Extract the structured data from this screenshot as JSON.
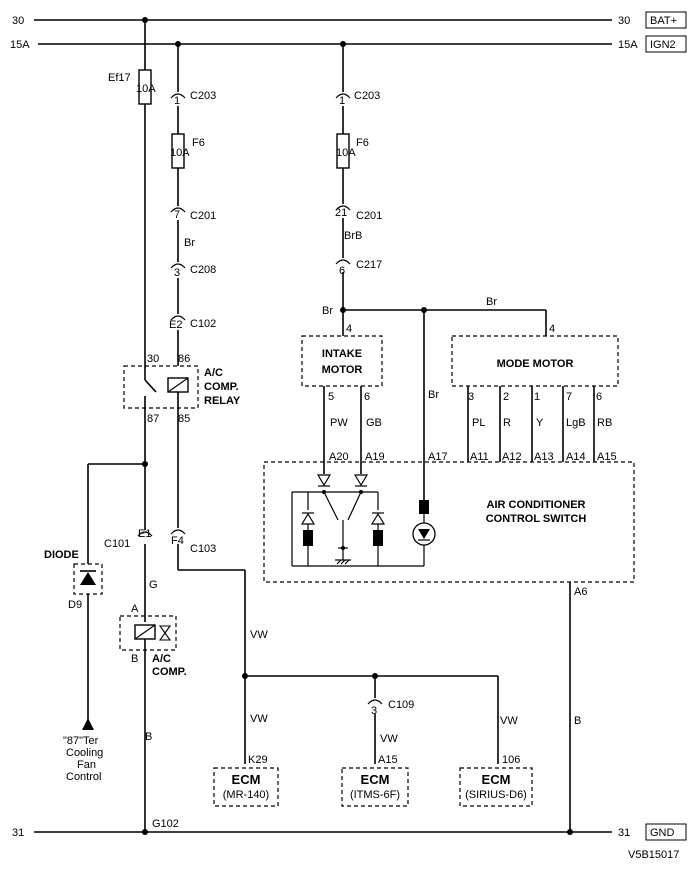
{
  "rails": {
    "bat_left": "30",
    "bat_right_num": "30",
    "bat_right_name": "BAT+",
    "ign_left": "15A",
    "ign_right_num": "15A",
    "ign_right_name": "IGN2",
    "gnd_left": "31",
    "gnd_right_num": "31",
    "gnd_right_name": "GND"
  },
  "fuses": {
    "ef17_name": "Ef17",
    "ef17_rating": "10A",
    "f6_left_name": "F6",
    "f6_left_rating": "10A",
    "f6_right_name": "F6",
    "f6_right_rating": "10A"
  },
  "connectors": {
    "c203_left_pin": "1",
    "c203_left_name": "C203",
    "c201_left_pin": "7",
    "c201_left_name": "C201",
    "c208_pin": "3",
    "c208_name": "C208",
    "c102_pin": "E2",
    "c102_name": "C102",
    "c101_pin": "E1",
    "c101_name": "C101",
    "c103_pin": "F4",
    "c103_name": "C103",
    "c203_right_pin": "1",
    "c203_right_name": "C203",
    "c201_right_pin": "21",
    "c201_right_name": "C201",
    "c217_pin": "6",
    "c217_name": "C217",
    "c109_pin": "3",
    "c109_name": "C109"
  },
  "wires": {
    "br_left": "Br",
    "brb": "BrB",
    "br_junction": "Br",
    "br_top": "Br",
    "br_vertical": "Br",
    "g": "G",
    "b_left": "B",
    "b_right": "B",
    "vw_a": "VW",
    "vw_b": "VW",
    "vw_c": "VW",
    "vw_d": "VW",
    "pw": "PW",
    "gb": "GB",
    "pl": "PL",
    "r": "R",
    "y": "Y",
    "lgb": "LgB",
    "rb": "RB"
  },
  "components": {
    "relay_title": "A/C",
    "relay_line2": "COMP.",
    "relay_line3": "RELAY",
    "relay_pin30": "30",
    "relay_pin86": "86",
    "relay_pin87": "87",
    "relay_pin85": "85",
    "intake_line1": "INTAKE",
    "intake_line2": "MOTOR",
    "intake_pin4": "4",
    "intake_pin5": "5",
    "intake_pin6": "6",
    "mode_name": "MODE MOTOR",
    "mode_pin4": "4",
    "mode_pins": [
      "3",
      "2",
      "1",
      "7",
      "6"
    ],
    "switch_line1": "AIR CONDITIONER",
    "switch_line2": "CONTROL SWITCH",
    "switch_pins": [
      "A20",
      "A19",
      "A17",
      "A11",
      "A12",
      "A13",
      "A14",
      "A15"
    ],
    "switch_pin_a6": "A6",
    "diode_name": "DIODE",
    "diode_ref": "D9",
    "comp_pin_a": "A",
    "comp_pin_b": "B",
    "comp_line1": "A/C",
    "comp_line2": "COMP.",
    "fan_line1": "\"87\"Ter",
    "fan_line2": "Cooling",
    "fan_line3": "Fan",
    "fan_line4": "Control",
    "ecm1_pin": "K29",
    "ecm1_name": "ECM",
    "ecm1_sub": "(MR-140)",
    "ecm2_pin": "A15",
    "ecm2_name": "ECM",
    "ecm2_sub": "(ITMS-6F)",
    "ecm3_pin": "106",
    "ecm3_name": "ECM",
    "ecm3_sub": "(SIRIUS-D6)",
    "ground_name": "G102"
  },
  "diagram_id": "V5B15017"
}
